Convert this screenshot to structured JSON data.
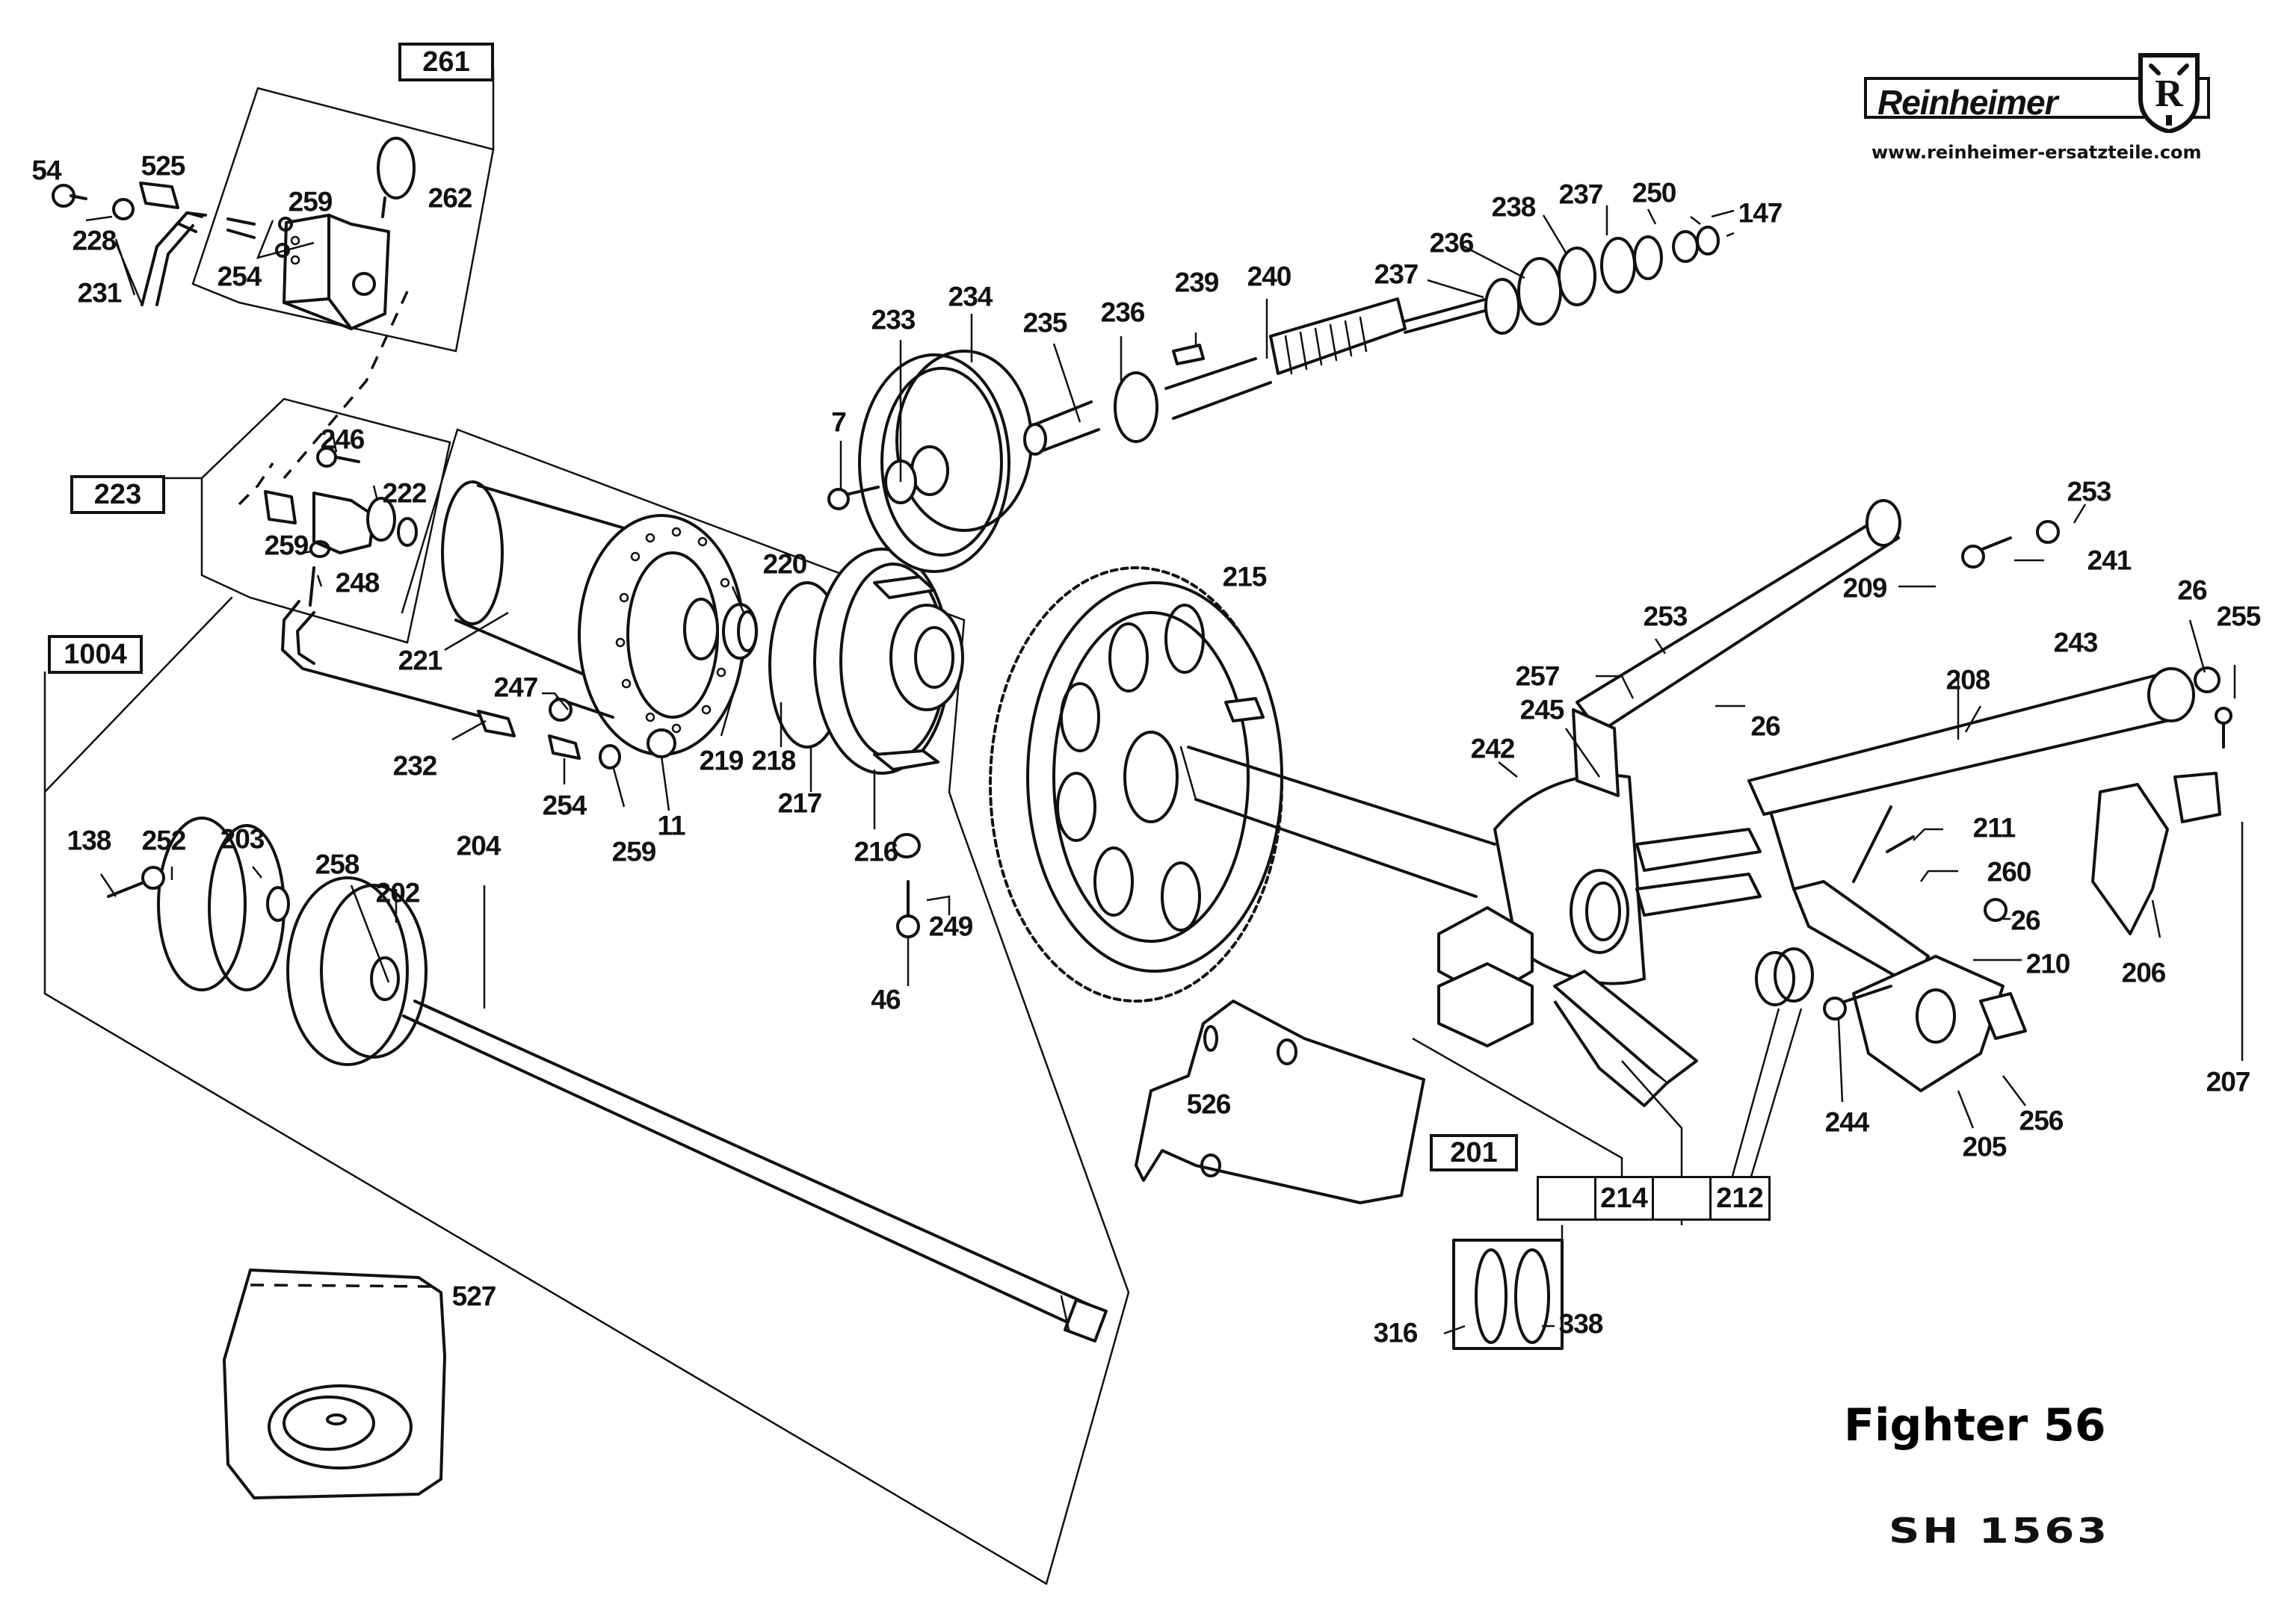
{
  "brand": {
    "name": "Reinheimer",
    "shield_letter": "R",
    "website": "www.reinheimer-ersatzteile.com"
  },
  "title": {
    "model": "Fighter 56",
    "sheet": "SH 1563"
  },
  "group_boxes": [
    {
      "id": "261",
      "label": "261"
    },
    {
      "id": "223",
      "label": "223"
    },
    {
      "id": "1004",
      "label": "1004"
    },
    {
      "id": "201",
      "label": "201"
    }
  ],
  "assembly_table_201": {
    "cells": [
      "",
      "214",
      "",
      "212"
    ]
  },
  "callouts": {
    "c54": "54",
    "c525": "525",
    "c228": "228",
    "c231": "231",
    "c259a": "259",
    "c254a": "254",
    "c262": "262",
    "c246": "246",
    "c222": "222",
    "c259b": "259",
    "c248": "248",
    "c221": "221",
    "c232": "232",
    "c247": "247",
    "c254b": "254",
    "c259c": "259",
    "c11": "11",
    "c220": "220",
    "c219": "219",
    "c218": "218",
    "c217": "217",
    "c216": "216",
    "c46": "46",
    "c249": "249",
    "c7": "7",
    "c233": "233",
    "c234": "234",
    "c235": "235",
    "c236a": "236",
    "c239": "239",
    "c240": "240",
    "c237a": "237",
    "c236b": "236",
    "c238": "238",
    "c237b": "237",
    "c250": "250",
    "c147": "147",
    "c215": "215",
    "c253a": "253",
    "c241": "241",
    "c209": "209",
    "c253b": "253",
    "c257": "257",
    "c245": "245",
    "c242": "242",
    "c26a": "26",
    "c243": "243",
    "c208": "208",
    "c26b": "26",
    "c255": "255",
    "c211": "211",
    "c260": "260",
    "c26c": "26",
    "c210": "210",
    "c206": "206",
    "c207": "207",
    "c244": "244",
    "c205": "205",
    "c256": "256",
    "c526": "526",
    "c316": "316",
    "c338": "338",
    "c138": "138",
    "c252": "252",
    "c203": "203",
    "c258": "258",
    "c202": "202",
    "c204": "204",
    "c527": "527"
  }
}
